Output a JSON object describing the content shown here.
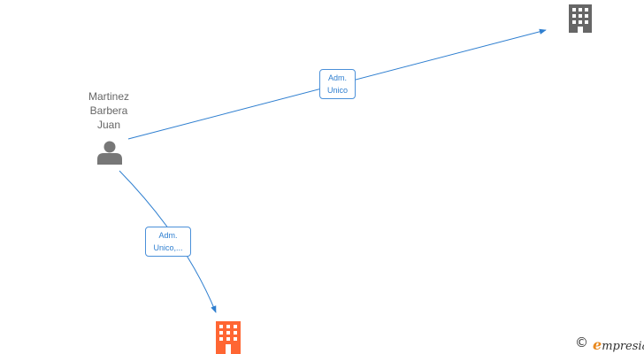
{
  "person": {
    "name_lines": [
      "Martinez",
      "Barbera",
      "Juan"
    ],
    "icon": "person-icon"
  },
  "companies": [
    {
      "icon": "building-icon",
      "color": "#666666",
      "highlighted": false
    },
    {
      "icon": "building-icon",
      "color": "#ff6633",
      "highlighted": true
    }
  ],
  "relations": [
    {
      "label_lines": [
        "Adm.",
        "Unico"
      ],
      "color": "#2f7fd0"
    },
    {
      "label_lines": [
        "Adm.",
        "Unico,..."
      ],
      "color": "#2f7fd0"
    }
  ],
  "footer": {
    "copyright_symbol": "©",
    "brand_initial": "e",
    "brand_rest": "mpresia",
    "brand_color": "#e8881e"
  }
}
